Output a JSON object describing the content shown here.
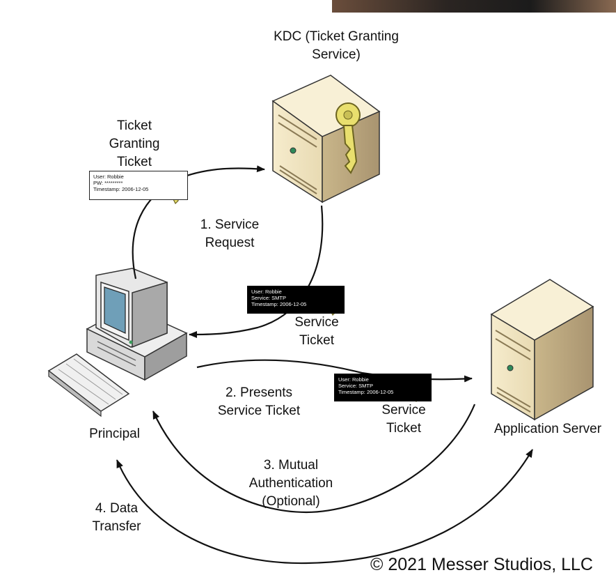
{
  "labels": {
    "kdc": [
      "KDC (Ticket Granting",
      "Service)"
    ],
    "tgt": [
      "Ticket",
      "Granting",
      "Ticket"
    ],
    "step1": [
      "1. Service",
      "Request"
    ],
    "service_ticket_1": [
      "Service",
      "Ticket"
    ],
    "step2": [
      "2. Presents",
      "Service Ticket"
    ],
    "service_ticket_2": [
      "Service",
      "Ticket"
    ],
    "principal": "Principal",
    "app_server": "Application Server",
    "step3": [
      "3. Mutual",
      "Authentication",
      "(Optional)"
    ],
    "step4": [
      "4. Data",
      "Transfer"
    ]
  },
  "tickets": {
    "tgt": [
      "User: Robbie",
      "PW: *********",
      "Timestamp: 2006-12-05"
    ],
    "service1": [
      "User: Robbie",
      "Service: SMTP",
      "Timestamp: 2006-12-05"
    ],
    "service2": [
      "User: Robbie",
      "Service: SMTP",
      "Timestamp: 2006-12-05"
    ]
  },
  "copyright": "© 2021 Messer Studios, LLC",
  "icons": [
    "server-icon",
    "key-icon",
    "computer-icon",
    "keyboard-icon"
  ],
  "colors": {
    "server_beige": "#efe3c0",
    "server_shadow": "#b9a77c",
    "key_yellow": "#e9df6e",
    "ticket_black": "#000000",
    "line": "#111111"
  }
}
